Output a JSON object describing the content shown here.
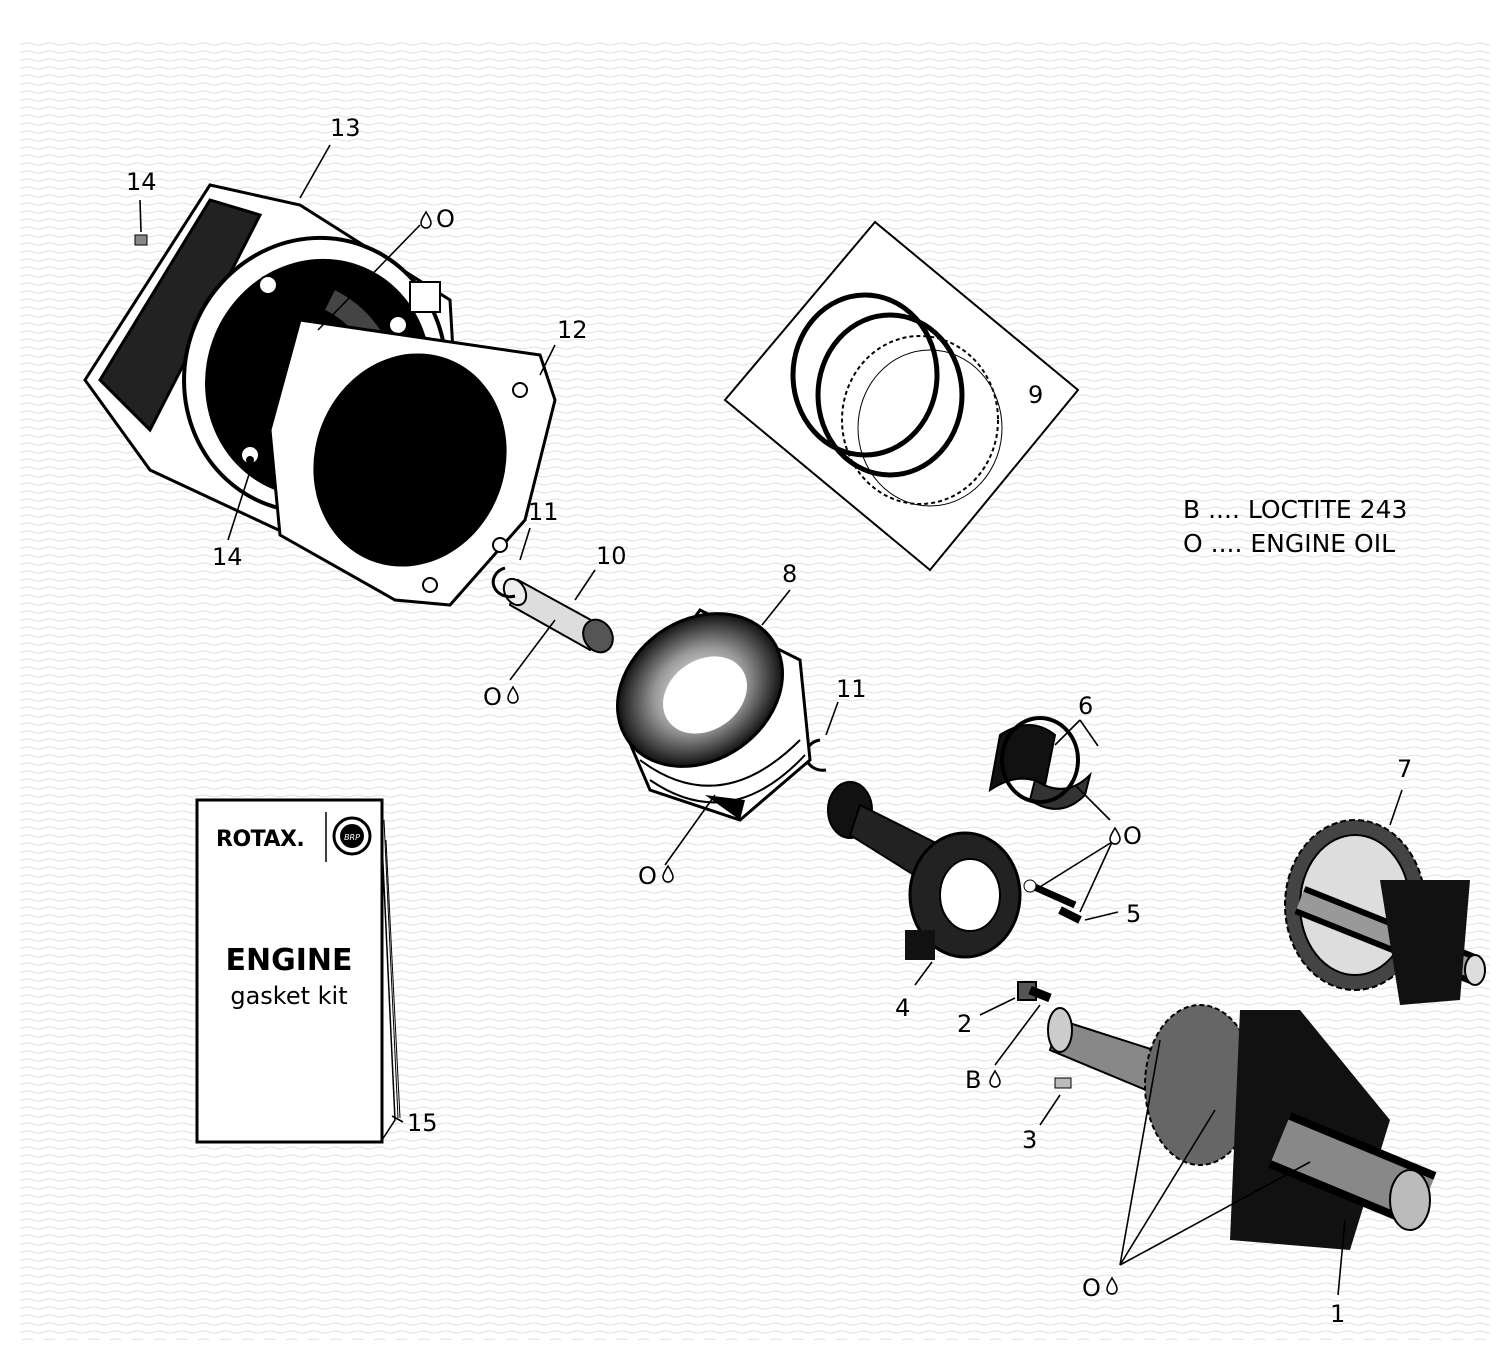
{
  "legend": [
    {
      "code": "B",
      "text": "B .... LOCTITE 243"
    },
    {
      "code": "O",
      "text": "O .... ENGINE OIL"
    }
  ],
  "callouts": {
    "c1": "1",
    "c2": "2",
    "c3": "3",
    "c4": "4",
    "c5": "5",
    "c6": "6",
    "c7": "7",
    "c8": "8",
    "c9": "9",
    "c10": "10",
    "c11a": "11",
    "c11b": "11",
    "c12": "12",
    "c13": "13",
    "c14a": "14",
    "c14b": "14",
    "c15": "15"
  },
  "lube_marks": {
    "oil_cylinder": "O",
    "oil_pin": "O",
    "oil_piston": "O",
    "oil_bearing": "O",
    "oil_crank": "O",
    "loctite_screw": "B"
  },
  "booklet": {
    "brand": "ROTAX.",
    "badge": "BRP",
    "title": "ENGINE",
    "subtitle": "gasket kit"
  },
  "icons": [
    "oil-drop-icon"
  ],
  "colors": {
    "ink": "#000000",
    "paper": "#ffffff",
    "shade": "#555555"
  }
}
